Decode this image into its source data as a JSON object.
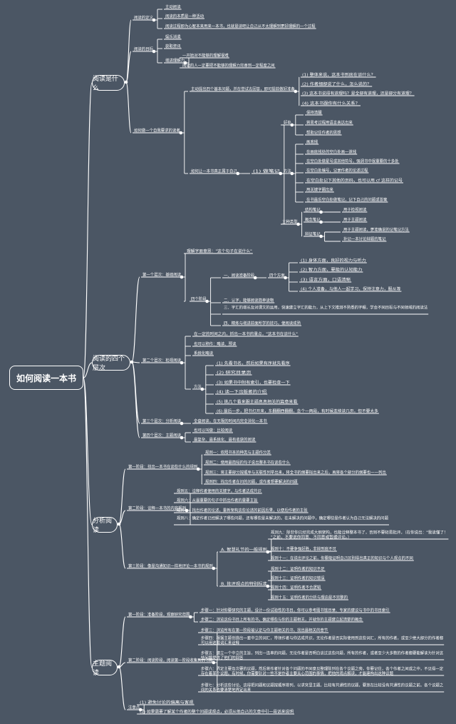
{
  "root": {
    "label": "如何阅读一本书"
  },
  "branches": [
    {
      "label": "阅读是什么",
      "children": [
        {
          "label": "阅读的定义",
          "children": [
            {
              "label": "主动阅读"
            },
            {
              "label": "阅读的本质是一种活动"
            },
            {
              "label": "阅读过程即为心智本来用来一本书，也就是读吧让自己从不太理解到更好理解的一个过程"
            }
          ]
        },
        {
          "label": "阅读的目标",
          "children": [
            {
              "label": "娱乐消遣"
            },
            {
              "label": "获取资讯"
            },
            {
              "label": "增进理解力",
              "children": [
                {
                  "label": "一开始对不能够的理解很难"
                },
                {
                  "label": "阅读的人一定要把不能够的理解力完善到一定程度之间"
                }
              ]
            }
          ]
        },
        {
          "label": "如何做一个自我要求的读者",
          "children": [
            {
              "label": "主动提出四个基本问题，并在尝试去回答，即可提前做好准备",
              "children": [
                {
                  "label": "(1) 整体来说，这本书到底在谈什么？"
                },
                {
                  "label": "(2) 作者细部说了什么，怎么说的？"
                },
                {
                  "label": "(3) 这本书说得有道理吗？是全部有道理，还是部分有道理？"
                },
                {
                  "label": "(4) 这本书跟你有什么关系？"
                }
              ]
            },
            {
              "label": "如何让一本书真正属于自己",
              "children": [
                {
                  "label": "(1) 做笔记",
                  "children": [
                    {
                      "label": "好处",
                      "children": [
                        {
                          "label": "保持清醒"
                        },
                        {
                          "label": "将思考过程用语言表达出来"
                        },
                        {
                          "label": "帮助记住作者的思想"
                        }
                      ]
                    },
                    {
                      "label": "方法",
                      "children": [
                        {
                          "label": "画底线"
                        },
                        {
                          "label": "在画底线处的空白处画一道线"
                        },
                        {
                          "label": "在空白处做星号或其他符号，强调书中很重要的十多处"
                        },
                        {
                          "label": "在空白处编号，记录作者的论述过程"
                        },
                        {
                          "label": "在空白处记下其他的页码，也可以用 cf 这样的记号"
                        },
                        {
                          "label": "用关键字圈出来"
                        },
                        {
                          "label": "在书最后空白处做笔记，记下自己的问题或答案"
                        }
                      ]
                    },
                    {
                      "label": "三种类型",
                      "children": [
                        {
                          "label": "结构笔记",
                          "children": [
                            {
                              "label": "用于检视阅读"
                            }
                          ]
                        },
                        {
                          "label": "概念笔记",
                          "children": [
                            {
                              "label": "用于主题阅读"
                            }
                          ]
                        },
                        {
                          "label": "辩证笔记",
                          "children": [
                            {
                              "label": "用于主题阅读，更准确说的记笔记方法"
                            },
                            {
                              "label": "补记一本讨论辩题的笔记"
                            }
                          ]
                        }
                      ]
                    }
                  ]
                }
              ]
            }
          ]
        }
      ]
    },
    {
      "label": "阅读的四个层次",
      "children": [
        {
          "label": "第一个层次：基础阅读",
          "children": [
            {
              "label": "理解字面意思：'这个句子在说什么'"
            },
            {
              "label": "四个阶段",
              "children": [
                {
                  "label": "一、阅读准备阶段",
                  "children": [
                    {
                      "label": "四个方面",
                      "children": [
                        {
                          "label": "(1) 身体方面，良好的视力与听力"
                        },
                        {
                          "label": "(2) 智力方面，要能的认知能力"
                        },
                        {
                          "label": "(3) 语言方面，口语清晰"
                        },
                        {
                          "label": "(4) 个人准备，与他人一起学习，保持注意力，服从等"
                        }
                      ]
                    }
                  ]
                },
                {
                  "label": "二、认字，能够阅读简单读物"
                },
                {
                  "label": "三、字汇的增长及对课文的运用，快速建立字汇的能力，从上下文推测不熟悉的字眼，学会不同目标与不同领域的阅读法"
                },
                {
                  "label": "四、精炼与增进前面所学的技巧，使阅读成熟"
                }
              ]
            }
          ]
        },
        {
          "label": "第二个层次：检视阅读",
          "children": [
            {
              "label": "在一定的时间之内，抓出一本书的重点，'这本书在谈什么'"
            },
            {
              "label": "也可以称作：略读、预读"
            },
            {
              "label": "系统化略读"
            },
            {
              "label": "方法",
              "children": [
                {
                  "label": "(1) 先看书名，然后如果有序就先看序"
                },
                {
                  "label": "(2) 研究目录页"
                },
                {
                  "label": "(3) 如果书中附有索引，也要检查一下"
                },
                {
                  "label": "(4) 读一下出版者的介绍"
                },
                {
                  "label": "(5) 挑几个看来跟主题息息相关的篇章来看"
                },
                {
                  "label": "(6) 最后一步，把书打开来，东翻翻西翻翻，念个一两段，有时候连续读几页，但不要太多"
                }
              ]
            }
          ]
        },
        {
          "label": "第三个层次：分析阅读",
          "children": [
            {
              "label": "全盘阅读，在无限的时间内完全消化一本书"
            }
          ]
        },
        {
          "label": "第四个层次：主题阅读",
          "children": [
            {
              "label": "也可以叫做：比较阅读"
            },
            {
              "label": "最复杂、最系统化、最有收获的阅读"
            }
          ]
        }
      ]
    },
    {
      "label": "分析阅读",
      "children": [
        {
          "label": "第一阶段：找出一本书在谈些什么的规则",
          "children": [
            {
              "label": "规则一：依照书本的种类与主题作分类"
            },
            {
              "label": "规则二：使用最简短的句子说出整本书在谈些什么"
            },
            {
              "label": "规则三：将主要部分按顺序与关联性列举出来，将全书的纲要拟出来之后，再将各个部分的纲要也一一列出"
            },
            {
              "label": "规则四：找出作者在问的问题，或作者想要解决的问题"
            }
          ]
        },
        {
          "label": "第二阶段：诠释一本书的内容规则",
          "children": [
            {
              "label": "规则五：诠释作者使用的关键字，与作者达成共识"
            },
            {
              "label": "规则六：从最重要的句子中抓出作者的重要主旨"
            },
            {
              "label": "规则七：找出作者的论述，重新架构这些论述的前因后果，以便后作者的主张"
            },
            {
              "label": "规则八：确定作者已经解决了哪些问题，还有哪些是未解决的。在未解决的问题中，确定哪些是作者认为自己无法解决的问题"
            }
          ]
        },
        {
          "label": "第三阶段：像是沟通知识一样地评论一本书的规则",
          "children": [
            {
              "label": "A. 智慧礼节的一般规则",
              "children": [
                {
                  "label": "规则九：除非你已经完成大纲架构，也能诠释整本书了，否则不要轻易批评。（在你说出：'我读懂了！'之前，不要说你同意、不同意或暂缓评论。）"
                },
                {
                  "label": "规则十：不要争强好胜，非辩到底不可"
                },
                {
                  "label": "规则十一：在说出评论之前，你要能证明自己区别得出真正的知识与个人观点的不同"
                }
              ]
            },
            {
              "label": "B. 批评观点的特别标准",
              "children": [
                {
                  "label": "规则十二：证明作者的知识不足"
                },
                {
                  "label": "规则十三：证明作者的知识错误"
                },
                {
                  "label": "规则十四：证明作者不合逻辑"
                },
                {
                  "label": "规则十五：证明作者的分析与理由是不完整的"
                }
              ]
            }
          ]
        }
      ]
    },
    {
      "label": "主题阅读",
      "children": [
        {
          "label": "第一阶段：准备阶段，观察研究范围",
          "children": [
            {
              "label": "步骤一：针对你要研究的主题，设计一份试验性的书目，你可以参考图书馆目录、专家的建议与书中的书目索引"
            },
            {
              "label": "步骤二：浏览这份书目上所有的书，确定哪些与你的主题相关，并就你的主题建立起清楚的概念"
            }
          ]
        },
        {
          "label": "第二阶段：阅读阶段，阅读第一阶段收集到的书籍",
          "children": [
            {
              "label": "步骤三：浏览所有在第一阶段被认定与你主题相关的书，找出最相关的章节"
            },
            {
              "label": "步骤四：根据主题创造出一套中立的词汇，带领作者与你达成共识，无论作者是否实际使用到这些词汇，所有的作者，或至少绝大部分的作者都可以用这套词汇来诠释"
            },
            {
              "label": "步骤五：建立一个中立的主旨，列出一连串的问题。无论作者是否明白谈过这些问题，所有的作者，或者至少大多数的作者都要能解读为针对这些问题提供了他们的回答"
            },
            {
              "label": "步骤六：界定主要及次要的议题，然后将作者针对各个问题的不同意见整理陈列在各个议题之旁。你要记住，各个作者之间或之中，不见得一定存在着某个议题。有时候，你需要针对一些不是作者主要关心范围的事情，把他的观点解读，才能建构出这种议题"
            },
            {
              "label": "步骤七：分析这些讨论。这得把问题和议题按顺序排列，以求突显主题。比较有共通性的议题，要放在比较没有共通性的议题之前。各个议题之间的关系也要清楚地界定出来"
            }
          ]
        },
        {
          "label": "注意点",
          "children": [
            {
              "label": "(1) 避免讨论的偏离与客观"
            },
            {
              "label": "(2) 如果需要了解某个作者的整个问题或观点，必须从他自己的文章中引一段话来说明"
            }
          ]
        }
      ]
    }
  ]
}
